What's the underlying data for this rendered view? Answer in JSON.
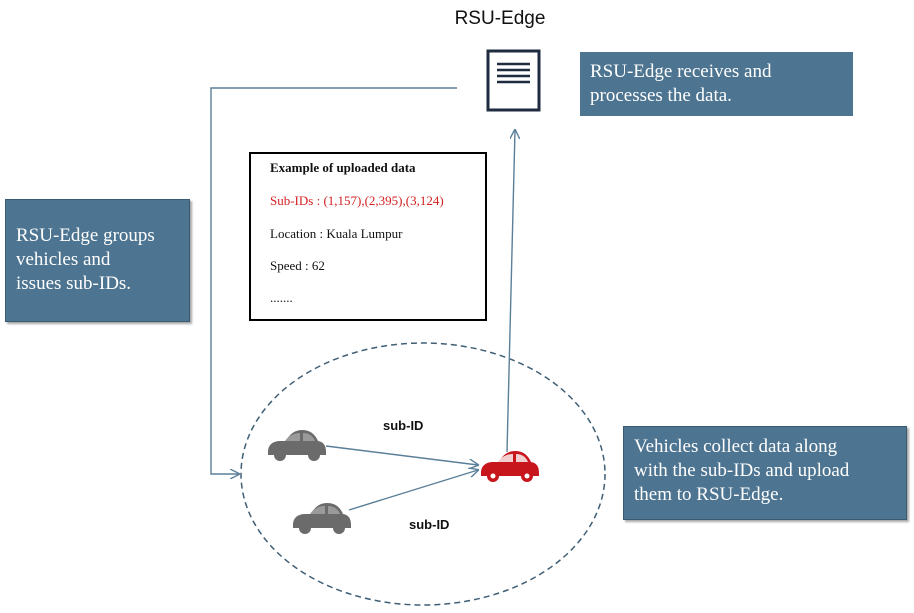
{
  "title": "RSU-Edge",
  "notes": {
    "receive": [
      "RSU-Edge receives and",
      "processes the data."
    ],
    "group": [
      "RSU-Edge groups",
      "vehicles and",
      "issues sub-IDs."
    ],
    "collect": [
      "Vehicles collect data along",
      "with the sub-IDs and upload",
      "them to RSU-Edge."
    ]
  },
  "example": {
    "header": "Example of uploaded data",
    "subids": "Sub-IDs : (1,157),(2,395),(3,124)",
    "location": "Location : Kuala Lumpur",
    "speed": "Speed : 62",
    "more": "......."
  },
  "labels": {
    "subid_top": "sub-ID",
    "subid_bottom": "sub-ID"
  },
  "colors": {
    "note_bg": "#4d7490",
    "arrow": "#5b7f99",
    "vehicle_gray": "#6b6b6b",
    "vehicle_red": "#c8161d",
    "highlight_text": "#d42020"
  },
  "icons": {
    "rsu": "document-icon",
    "vehicle": "car-icon"
  }
}
